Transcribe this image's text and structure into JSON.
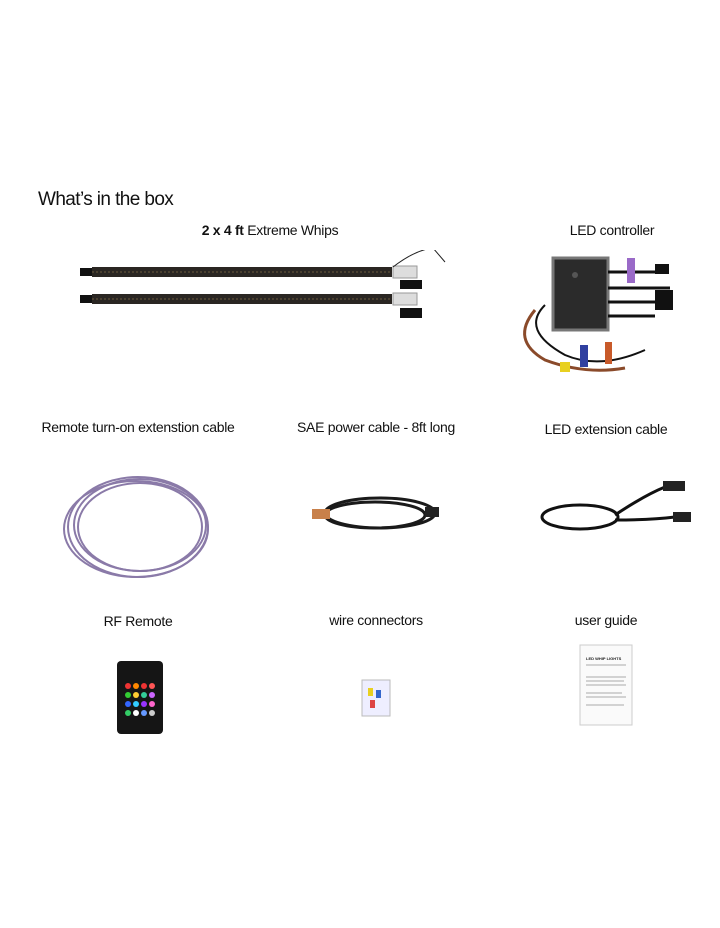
{
  "title": "What’s in the box",
  "items": [
    {
      "label_bold": "2 x 4 ft",
      "label": "Extreme Whips"
    },
    {
      "label": "LED controller"
    },
    {
      "label": "Remote turn-on extenstion cable"
    },
    {
      "label": "SAE power cable - 8ft long"
    },
    {
      "label": "LED extension cable"
    },
    {
      "label": "RF Remote"
    },
    {
      "label": "wire connectors"
    },
    {
      "label": "user guide"
    }
  ],
  "guide_cover": {
    "heading": "LED WHIP LIGHTS"
  },
  "colors": {
    "cable_purple": "#8a7aa8",
    "whip_dark": "#2a2622",
    "controller": "#2b2b2b"
  }
}
